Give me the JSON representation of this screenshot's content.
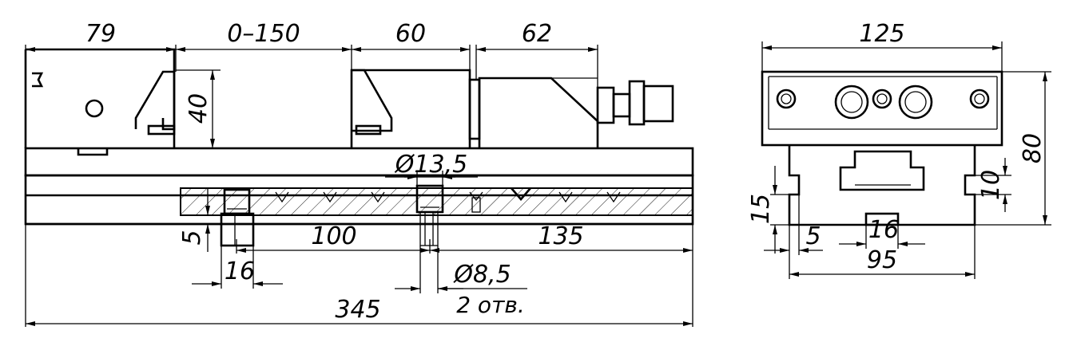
{
  "front_view": {
    "dims": {
      "d79": "79",
      "d0_150": "0–150",
      "d60": "60",
      "d62": "62",
      "d40": "40",
      "d13_5": "Ø13,5",
      "d100": "100",
      "d135": "135",
      "d5": "5",
      "d16": "16",
      "d8_5": "Ø8,5",
      "holes": "2 отв.",
      "d345": "345"
    }
  },
  "side_view": {
    "dims": {
      "d125": "125",
      "d80": "80",
      "d10": "10",
      "d15": "15",
      "d5": "5",
      "d16": "16",
      "d95": "95"
    }
  }
}
